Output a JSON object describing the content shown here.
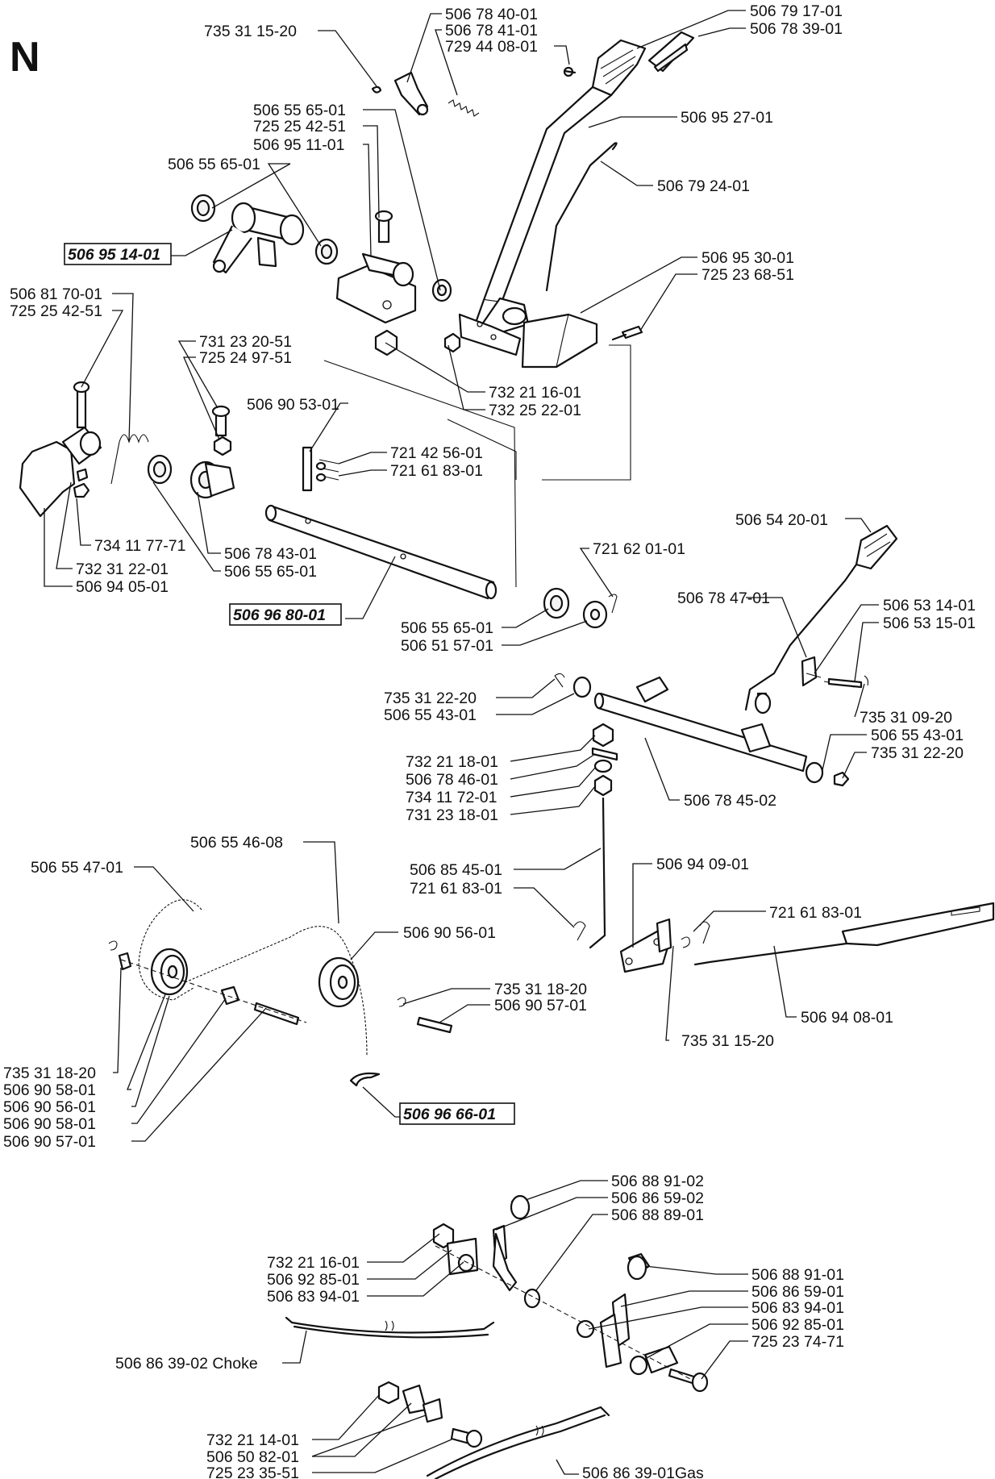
{
  "sheet": {
    "letter": "N"
  },
  "labels": [
    {
      "id": "l1",
      "text": "735 31 15-20"
    },
    {
      "id": "l2",
      "text": "506 78 40-01"
    },
    {
      "id": "l3",
      "text": "506 78 41-01"
    },
    {
      "id": "l4",
      "text": "729 44 08-01"
    },
    {
      "id": "l5",
      "text": "506 79 17-01"
    },
    {
      "id": "l6",
      "text": "506 78 39-01"
    },
    {
      "id": "l7",
      "text": "506 55 65-01"
    },
    {
      "id": "l8",
      "text": "725 25 42-51"
    },
    {
      "id": "l9",
      "text": "506 95 11-01"
    },
    {
      "id": "l10",
      "text": "506 95 27-01"
    },
    {
      "id": "l11",
      "text": "506 55 65-01"
    },
    {
      "id": "l12",
      "text": "506 79 24-01"
    },
    {
      "id": "l13",
      "text": "506 95 14-01",
      "boxed": true
    },
    {
      "id": "l14",
      "text": "506 95 30-01"
    },
    {
      "id": "l15",
      "text": "725 23 68-51"
    },
    {
      "id": "l16",
      "text": "506 81 70-01"
    },
    {
      "id": "l17",
      "text": "725 25 42-51"
    },
    {
      "id": "l18",
      "text": "731 23 20-51"
    },
    {
      "id": "l19",
      "text": "725 24 97-51"
    },
    {
      "id": "l20",
      "text": "732 21 16-01"
    },
    {
      "id": "l21",
      "text": "732 25 22-01"
    },
    {
      "id": "l22",
      "text": "506 90 53-01"
    },
    {
      "id": "l23",
      "text": "721 42 56-01"
    },
    {
      "id": "l24",
      "text": "721 61 83-01"
    },
    {
      "id": "l25",
      "text": "506 54 20-01"
    },
    {
      "id": "l26",
      "text": "734 11 77-71"
    },
    {
      "id": "l27",
      "text": "506 78 43-01"
    },
    {
      "id": "l28",
      "text": "732 31 22-01"
    },
    {
      "id": "l29",
      "text": "506 55 65-01"
    },
    {
      "id": "l30",
      "text": "506 94 05-01"
    },
    {
      "id": "l31",
      "text": "721 62 01-01"
    },
    {
      "id": "l32",
      "text": "506 78 47-01"
    },
    {
      "id": "l33",
      "text": "506 53 14-01"
    },
    {
      "id": "l34",
      "text": "506 53 15-01"
    },
    {
      "id": "l35",
      "text": "506 96 80-01",
      "boxed": true
    },
    {
      "id": "l36",
      "text": "506 55 65-01"
    },
    {
      "id": "l37",
      "text": "506 51 57-01"
    },
    {
      "id": "l38",
      "text": "735 31 22-20"
    },
    {
      "id": "l39",
      "text": "506 55 43-01"
    },
    {
      "id": "l40",
      "text": "735 31 09-20"
    },
    {
      "id": "l41",
      "text": "506 55 43-01"
    },
    {
      "id": "l42",
      "text": "735 31 22-20"
    },
    {
      "id": "l43",
      "text": "732 21 18-01"
    },
    {
      "id": "l44",
      "text": "506 78 46-01"
    },
    {
      "id": "l45",
      "text": "734 11 72-01"
    },
    {
      "id": "l46",
      "text": "731 23 18-01"
    },
    {
      "id": "l47",
      "text": "506 78 45-02"
    },
    {
      "id": "l48",
      "text": "506 55 46-08"
    },
    {
      "id": "l49",
      "text": "506 55 47-01"
    },
    {
      "id": "l50",
      "text": "506 94 09-01"
    },
    {
      "id": "l51",
      "text": "506 85 45-01"
    },
    {
      "id": "l52",
      "text": "721 61 83-01"
    },
    {
      "id": "l53",
      "text": "721 61 83-01"
    },
    {
      "id": "l54",
      "text": "506 90 56-01"
    },
    {
      "id": "l55",
      "text": "735 31 18-20"
    },
    {
      "id": "l56",
      "text": "506 90 57-01"
    },
    {
      "id": "l57",
      "text": "506 94 08-01"
    },
    {
      "id": "l58",
      "text": "735 31 15-20"
    },
    {
      "id": "l59",
      "text": "735 31 18-20"
    },
    {
      "id": "l60",
      "text": "506 90 58-01"
    },
    {
      "id": "l61",
      "text": "506 90 56-01"
    },
    {
      "id": "l62",
      "text": "506 90 58-01"
    },
    {
      "id": "l63",
      "text": "506 90 57-01"
    },
    {
      "id": "l64",
      "text": "506 96 66-01",
      "boxed": true
    },
    {
      "id": "l65",
      "text": "506 88 91-02"
    },
    {
      "id": "l66",
      "text": "506 86 59-02"
    },
    {
      "id": "l67",
      "text": "506 88 89-01"
    },
    {
      "id": "l68",
      "text": "732 21 16-01"
    },
    {
      "id": "l69",
      "text": "506 92 85-01"
    },
    {
      "id": "l70",
      "text": "506 83 94-01"
    },
    {
      "id": "l71",
      "text": "506 88 91-01"
    },
    {
      "id": "l72",
      "text": "506 86 59-01"
    },
    {
      "id": "l73",
      "text": "506 83 94-01"
    },
    {
      "id": "l74",
      "text": "506 92 85-01"
    },
    {
      "id": "l75",
      "text": "725 23 74-71"
    },
    {
      "id": "l76",
      "text": "506 86 39-02 Choke"
    },
    {
      "id": "l77",
      "text": "732 21 14-01"
    },
    {
      "id": "l78",
      "text": "506 50 82-01"
    },
    {
      "id": "l79",
      "text": "725 23 35-51"
    },
    {
      "id": "l80",
      "text": "506 86 39-01Gas"
    }
  ]
}
